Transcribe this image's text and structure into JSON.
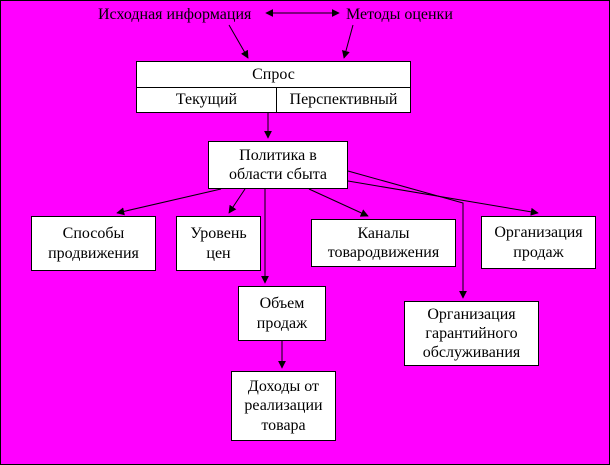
{
  "diagram": {
    "top_left_label": "Исходная информация",
    "top_right_label": "Методы оценки",
    "demand": {
      "title": "Спрос",
      "current": "Текущий",
      "perspective": "Перспективный"
    },
    "policy": "Политика в\nобласти сбыта",
    "nodes": {
      "promotion": "Способы\nпродвижения",
      "price_level": "Уровень\nцен",
      "channels": "Каналы\nтовародвижения",
      "sales_org": "Организация\nпродаж",
      "sales_volume": "Объем\nпродаж",
      "warranty_service": "Организация\nгарантийного\nобслуживания",
      "income": "Доходы от\nреализации\nтовара"
    },
    "colors": {
      "background": "#FF00FF",
      "node_background": "#FFFFFF",
      "line": "#000000",
      "text": "#000000"
    }
  }
}
